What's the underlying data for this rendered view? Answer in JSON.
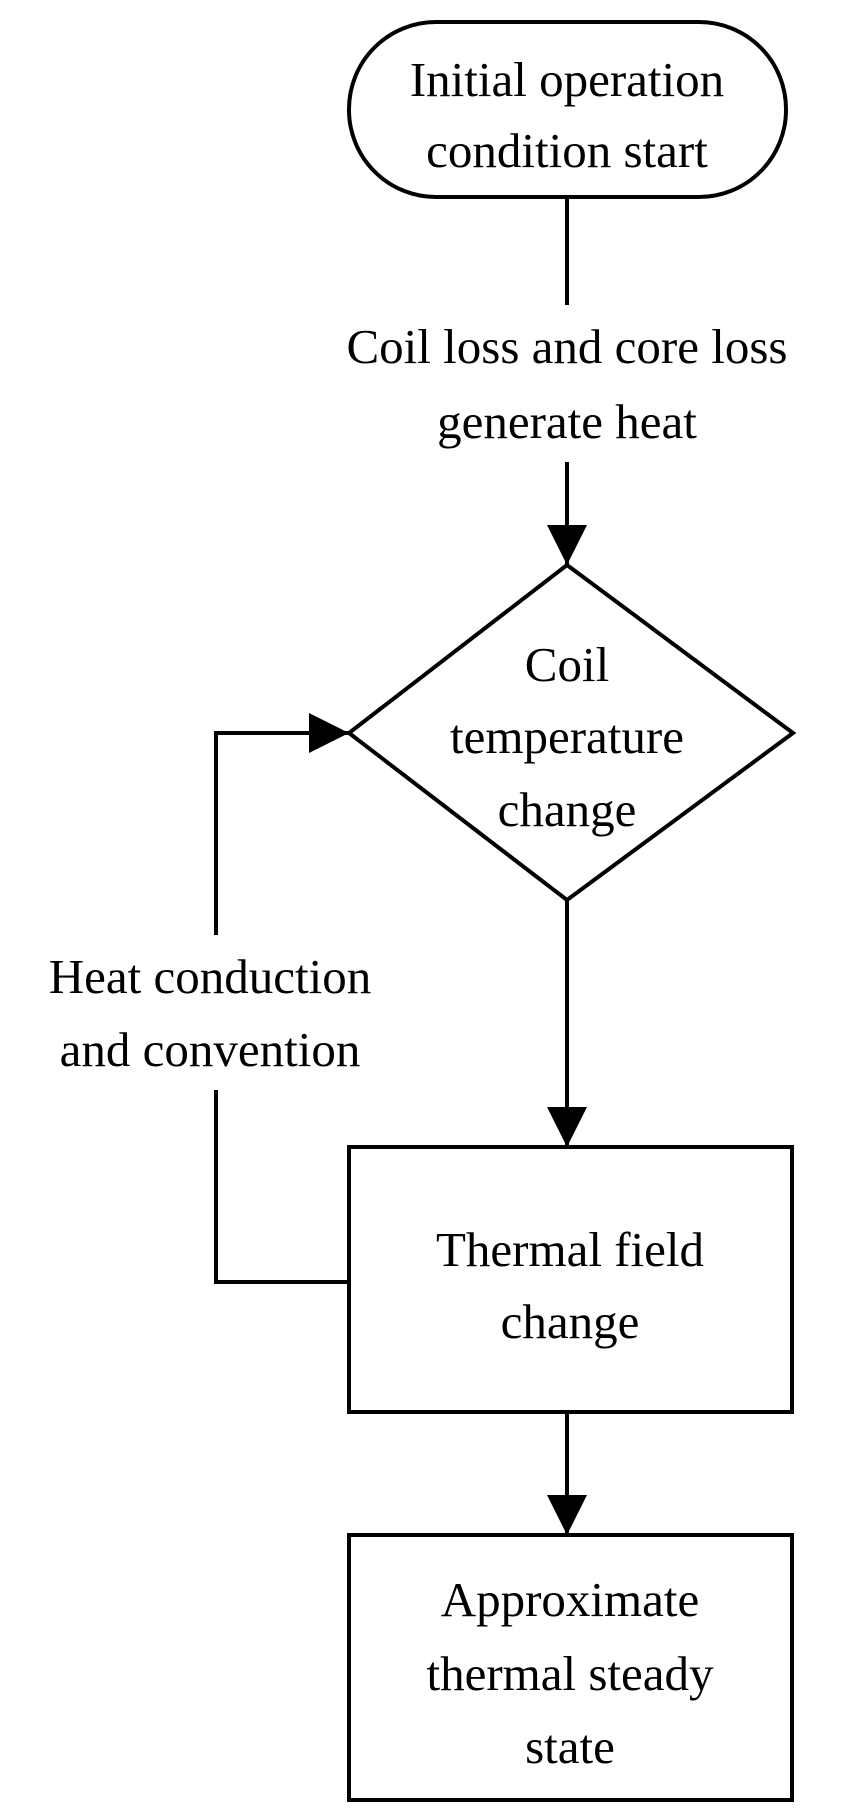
{
  "nodes": {
    "start": {
      "lines": [
        "Initial operation",
        "condition start"
      ]
    },
    "decision": {
      "lines": [
        "Coil",
        "temperature",
        "change"
      ]
    },
    "thermal_field": {
      "lines": [
        "Thermal field",
        "change"
      ]
    },
    "steady_state": {
      "lines": [
        "Approximate",
        "thermal steady",
        "state"
      ]
    }
  },
  "edge_labels": {
    "heat_generation": {
      "lines": [
        "Coil loss and core loss",
        "generate heat"
      ]
    },
    "feedback": {
      "lines": [
        "Heat conduction",
        "and convention"
      ]
    }
  },
  "colors": {
    "stroke": "#000000",
    "background": "#ffffff"
  }
}
